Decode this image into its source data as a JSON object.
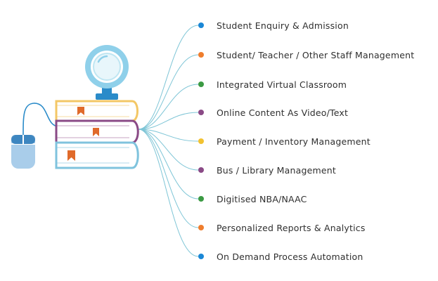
{
  "colors": {
    "blue": "#1a87d6",
    "orange": "#ef7d2d",
    "green": "#3b9a43",
    "purple": "#8a4a86",
    "yellow": "#f2c230",
    "line": "#7ec5d6",
    "book_cover_blue": "#7fc3dd",
    "book_cover_purple": "#8a4a86",
    "book_cover_yellow": "#f3c766",
    "bookmark": "#e06a2a",
    "mouse": "#a9cdea",
    "lens_ring": "#8fd0ea",
    "stand": "#2a8bc9"
  },
  "features": [
    {
      "label": "Student Enquiry & Admission",
      "color": "#1a87d6"
    },
    {
      "label": "Student/ Teacher / Other Staff  Management",
      "color": "#ef7d2d"
    },
    {
      "label": "Integrated Virtual Classroom",
      "color": "#3b9a43"
    },
    {
      "label": "Online Content As Video/Text",
      "color": "#8a4a86"
    },
    {
      "label": "Payment / Inventory Management",
      "color": "#f2c230"
    },
    {
      "label": "Bus / Library Management",
      "color": "#8a4a86"
    },
    {
      "label": "Digitised NBA/NAAC",
      "color": "#3b9a43"
    },
    {
      "label": "Personalized Reports & Analytics",
      "color": "#ef7d2d"
    },
    {
      "label": "On Demand Process Automation",
      "color": "#1a87d6"
    }
  ]
}
